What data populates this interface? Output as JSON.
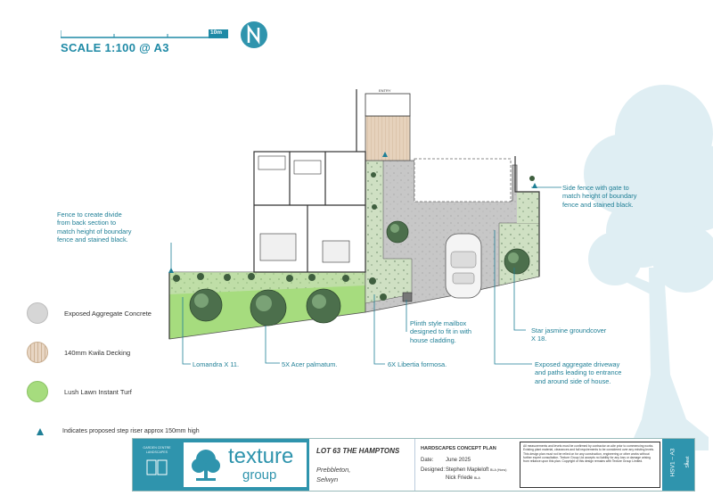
{
  "header": {
    "scale_label": "SCALE 1:100 @ A3",
    "scale_bar_label": "10m",
    "north_icon": "north-arrow-icon"
  },
  "plan": {
    "entry_label": "ENTRY"
  },
  "annotations": {
    "fence_divide": "Fence to create divide\nfrom back section to\nmatch height of boundary\nfence and stained black.",
    "side_fence": "Side fence with gate to\nmatch height of boundary\nfence and stained black.",
    "mailbox": "Plinth style mailbox\ndesigned to fit in with\nhouse cladding.",
    "jasmine": "Star jasmine groundcover\nX 18.",
    "driveway": "Exposed aggregate driveway\nand paths leading to entrance\nand around side of house.",
    "lomandra": "Lomandra X 11.",
    "acer": "5X Acer palmatum.",
    "libertia": "6X Libertia formosa."
  },
  "legend": {
    "items": [
      {
        "label": "Exposed Aggregate Concrete",
        "color": "#d6d6d6"
      },
      {
        "label": "140mm Kwila Decking",
        "color": "#e8d6c4"
      },
      {
        "label": "Lush Lawn Instant Turf",
        "color": "#a6dc7e"
      }
    ],
    "step_note": "Indicates proposed step riser approx 150mm high"
  },
  "title_block": {
    "small_brand": "GARDEN CENTRE LANDSCAPES",
    "brand_main": "texture",
    "brand_sub": "group",
    "lot": "LOT 63 THE HAMPTONS",
    "location_line1": "Prebbleton,",
    "location_line2": "Selwyn",
    "plan_title": "HARDSCAPES CONCEPT PLAN",
    "date_label": "Date:",
    "date_value": "June 2025",
    "designed_label": "Designed:",
    "designer1": "Stephen Mapleloft",
    "designer1_quals": "BLA (Hons)",
    "designer2": "Nick Friede",
    "designer2_quals": "BLA",
    "disclaimer": "All measurements and levels must be confirmed by contractor on-site prior to commencing works. Existing plant material, clearances and fall requirements to be considered over any existing levels. This design plan must not be relied on for any construction, engineering or other works without further expert consultation. Texture Group Ltd accepts no liability for any loss or damage arising from reliance upon this plan. Copyright of this design remains with Texture Group Limited.",
    "sheet_code": "HSV1 – A3",
    "sheet_label": "Sheet",
    "sheet_number": "1"
  },
  "colors": {
    "accent": "#1f8aa6",
    "title_block_bg": "#2f94ad",
    "planting": "#3f6b44",
    "concrete": "#c9c9c9",
    "lawn": "#a6dc7e"
  }
}
